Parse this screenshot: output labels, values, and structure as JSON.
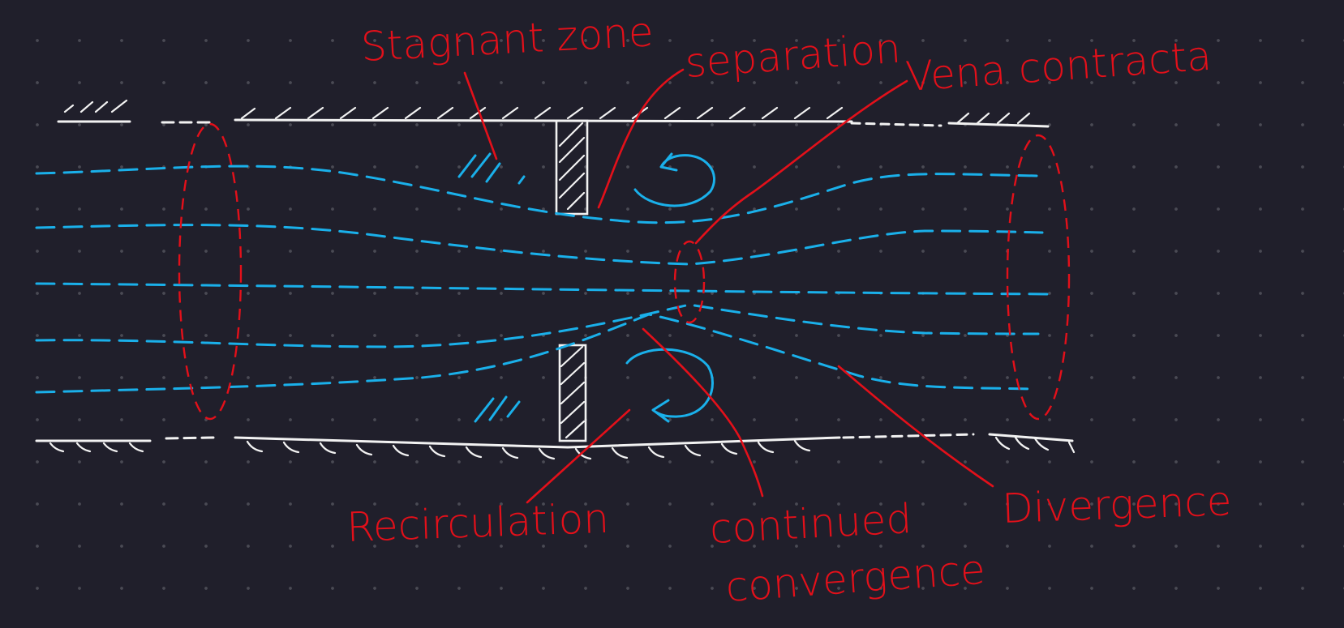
{
  "labels": {
    "stagnant_zone": "Stagnant zone",
    "separation": "separation",
    "vena_contracta": "Vena contracta",
    "recirculation": "Recirculation",
    "continued_line1": "continued",
    "continued_line2": "convergence",
    "divergence": "Divergence"
  },
  "colors": {
    "background": "#201f2b",
    "walls": "#f2f2f2",
    "streamlines": "#1ab0ea",
    "annotations": "#e3101a"
  }
}
